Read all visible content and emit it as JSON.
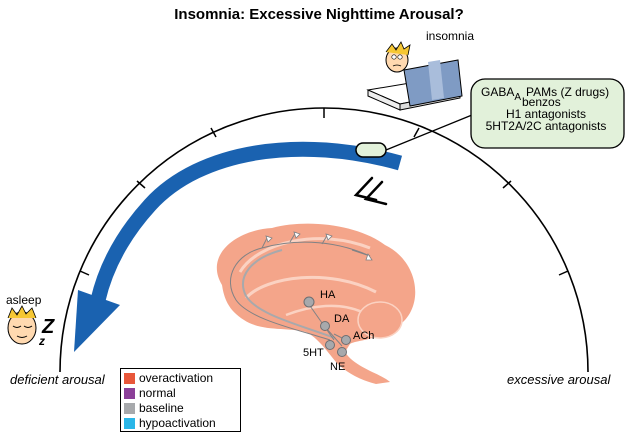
{
  "title": "Insomnia: Excessive Nighttime Arousal?",
  "labels": {
    "insomnia": "insomnia",
    "asleep": "asleep",
    "zzz_big": "Z",
    "zzz_small": "z",
    "deficient": "deficient arousal",
    "excessive": "excessive arousal"
  },
  "drug_box": {
    "gaba": "GABA",
    "gaba_sub": "A",
    "pams": "PAMs (Z drugs)",
    "benzos": "benzos",
    "h1": "H1 antagonists",
    "ht": "5HT2A/2C antagonists"
  },
  "neurotransmitters": {
    "ha": "HA",
    "da": "DA",
    "ach": "ACh",
    "ht": "5HT",
    "ne": "NE"
  },
  "legend": [
    {
      "label": "overactivation",
      "color": "#e8573a"
    },
    {
      "label": "normal",
      "color": "#8b3f98"
    },
    {
      "label": "baseline",
      "color": "#a7a9ac"
    },
    {
      "label": "hypoactivation",
      "color": "#29b6e8"
    }
  ],
  "colors": {
    "arrow": "#1a62b0",
    "brain": "#f4a58a",
    "drug_box": "#e2f1da",
    "pathway": "#a7a9ac"
  }
}
